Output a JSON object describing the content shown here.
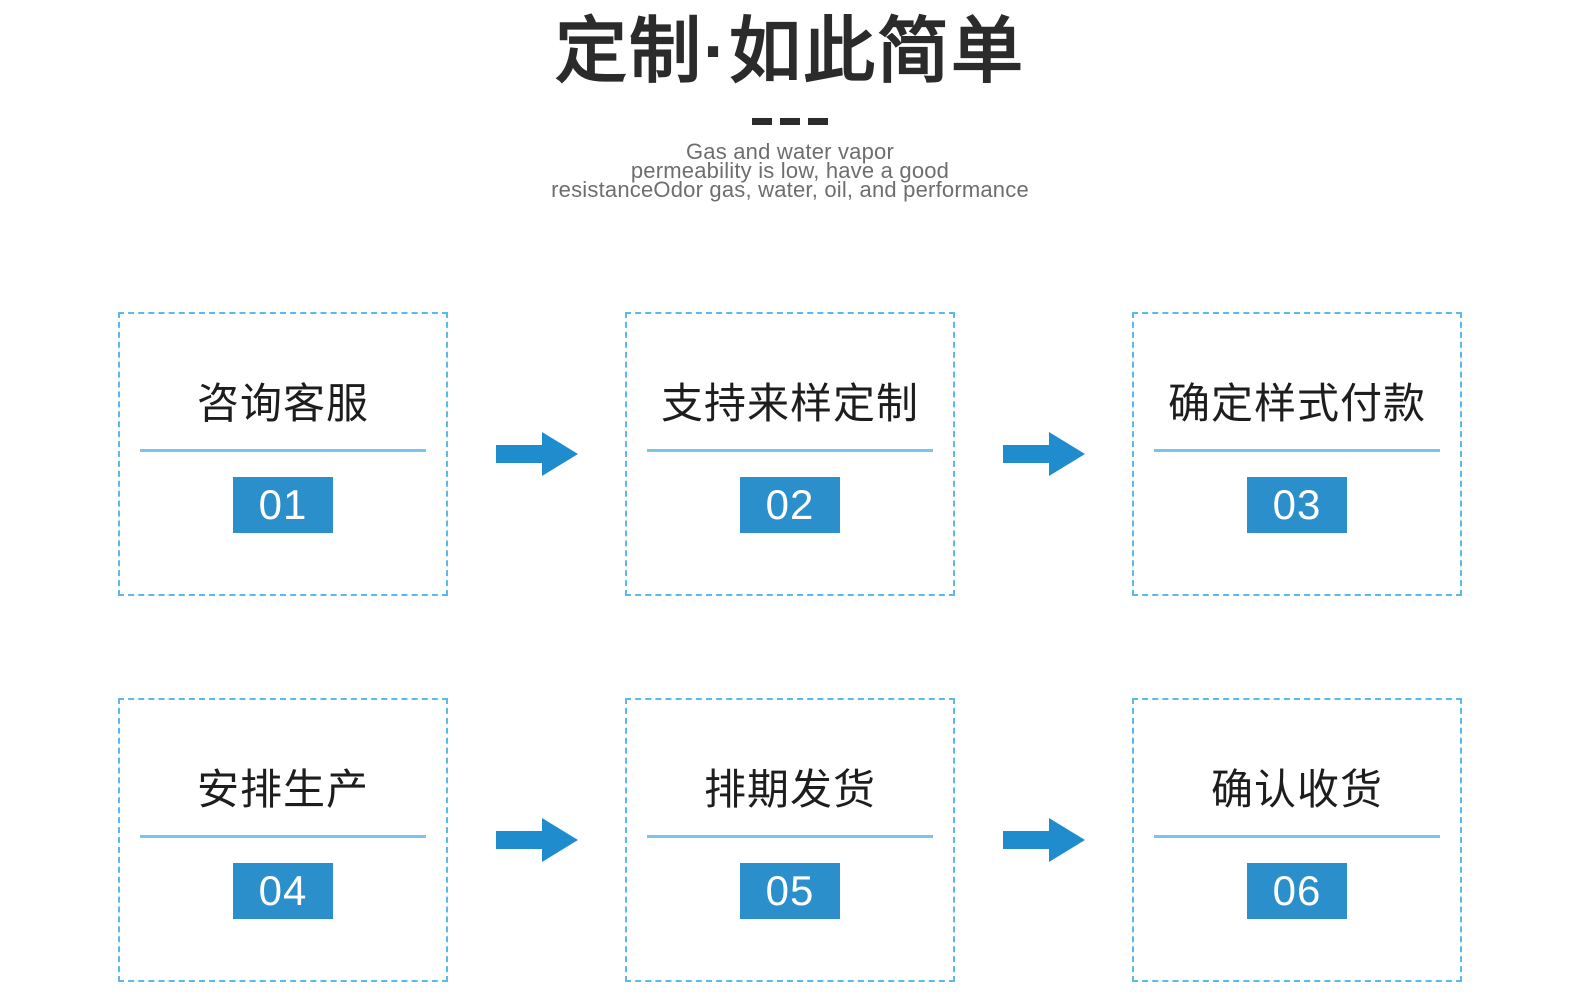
{
  "header": {
    "title": "定制·如此简单",
    "divider_dashes": 3,
    "subtitle_lines": [
      "Gas and  water  vapor",
      "permeability   is low,  have a good",
      "resistanceOdor   gas, water,  oil,  and  performance"
    ]
  },
  "colors": {
    "title_text": "#2b2b2b",
    "subtitle_text": "#6e6e6e",
    "card_border": "#5cb9ec",
    "card_underline": "#7cc3ea",
    "badge_bg": "#2b8fcc",
    "badge_text": "#ffffff",
    "arrow": "#1f8dcd",
    "background": "#ffffff"
  },
  "steps": [
    {
      "label": "咨询客服",
      "number": "01"
    },
    {
      "label": "支持来样定制",
      "number": "02"
    },
    {
      "label": "确定样式付款",
      "number": "03"
    },
    {
      "label": "安排生产",
      "number": "04"
    },
    {
      "label": "排期发货",
      "number": "05"
    },
    {
      "label": "确认收货",
      "number": "06"
    }
  ],
  "arrows": {
    "icon_name": "arrow-right-icon",
    "count": 4,
    "direction": "right"
  },
  "layout": {
    "rows": 2,
    "columns": 3
  }
}
